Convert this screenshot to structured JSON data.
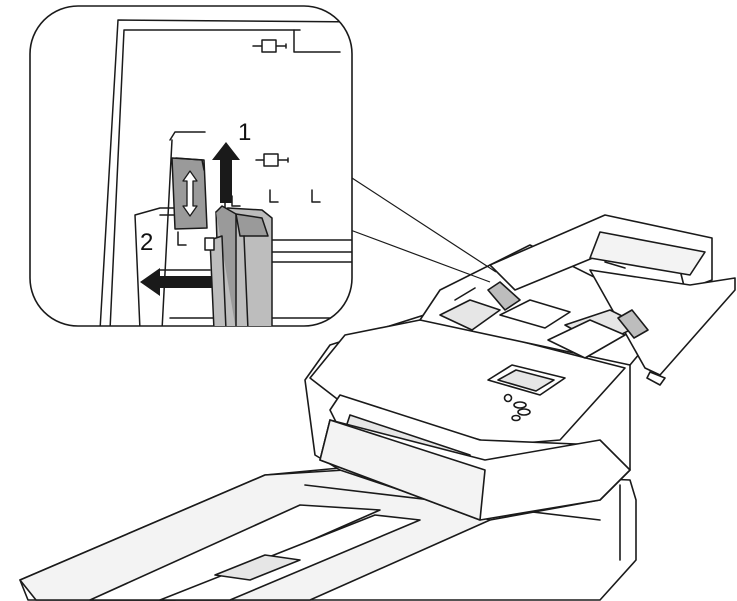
{
  "figure": {
    "steps": [
      {
        "number": "1",
        "action": "push-up",
        "arrow_direction": "up"
      },
      {
        "number": "2",
        "action": "slide-left",
        "arrow_direction": "left"
      }
    ],
    "colors": {
      "line": "#1a1a1a",
      "tab_fill": "#9a9a9a",
      "guide_fill": "#bdbdbd",
      "body_fill": "#ffffff",
      "shadow_fill": "#e6e6e6",
      "arrow_fill": "#1a1a1a"
    },
    "icons": [
      "scanner-illustration",
      "document-guide-detail",
      "up-arrow-icon",
      "left-arrow-icon",
      "paper-size-mark-icon"
    ]
  }
}
